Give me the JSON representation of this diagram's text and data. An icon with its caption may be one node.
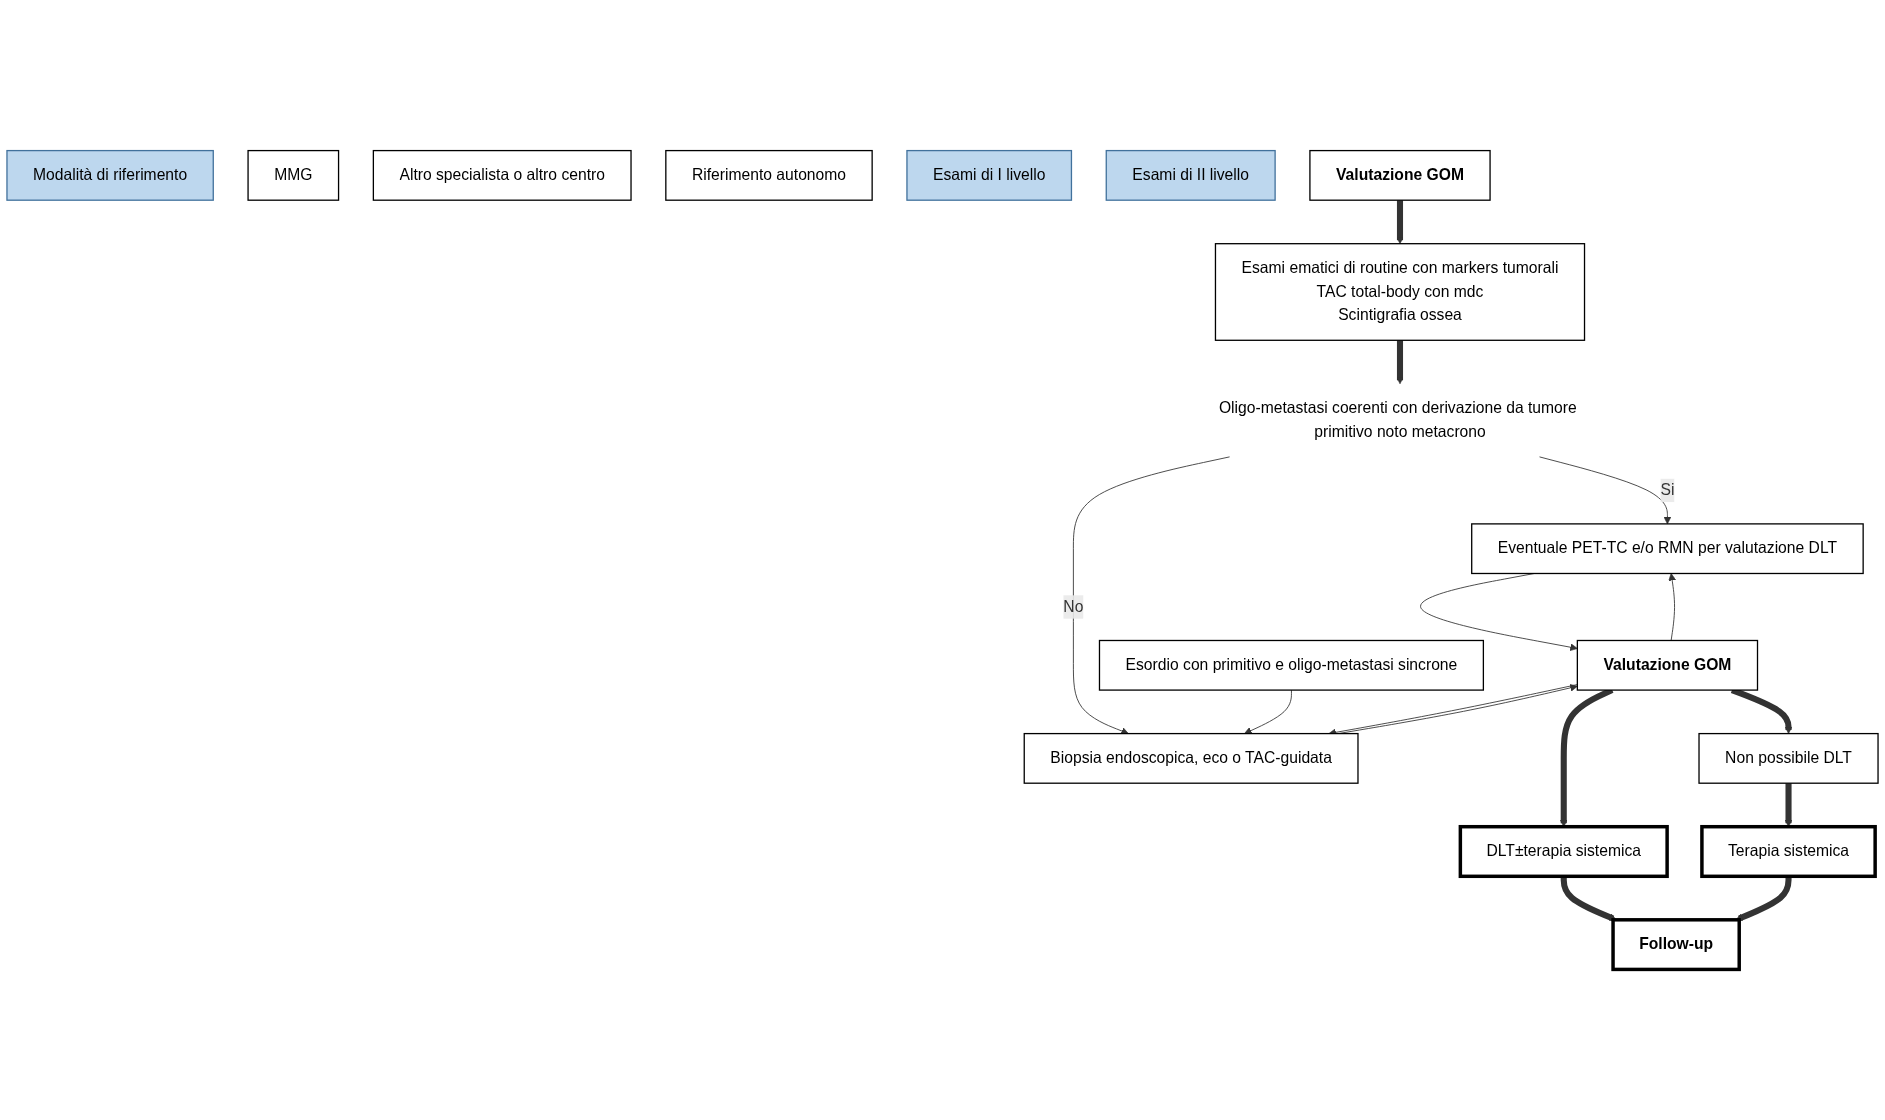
{
  "diagram": {
    "nodes": [
      {
        "text": [
          "Modalità di riferimento"
        ]
      },
      {
        "text": [
          "MMG"
        ]
      },
      {
        "text": [
          "Altro specialista o altro centro"
        ]
      },
      {
        "text": [
          "Riferimento autonomo"
        ]
      },
      {
        "text": [
          "Esami di I livello"
        ]
      },
      {
        "text": [
          "Esami di II livello"
        ]
      },
      {
        "text": [
          "Follow-up"
        ]
      },
      {
        "text": [
          "Valutazione GOM"
        ]
      },
      {
        "text": [
          "Esami ematici di routine con markers tumorali",
          "TAC total-body con mdc",
          "Scintigrafia ossea"
        ]
      },
      {
        "text": [
          "Oligo-metastasi coerenti con derivazione da tumore primitivo noto metacrono"
        ]
      },
      {
        "text": [
          "Esordio con primitivo e oligo-metastasi sincrone"
        ]
      },
      {
        "text": [
          "Eventuale PET-TC e/o RMN per valutazione DLT"
        ]
      },
      {
        "text": [
          "Biopsia endoscopica, eco o TAC-guidata"
        ]
      },
      {
        "text": [
          "Valutazione GOM"
        ]
      },
      {
        "text": [
          "DLT±terapia sistemica"
        ]
      },
      {
        "text": [
          "Non possibile DLT"
        ]
      },
      {
        "text": [
          "Terapia sistemica"
        ]
      }
    ],
    "edges": [
      {
        "from": 7,
        "to": 8,
        "arrow": "to",
        "style": "thick"
      },
      {
        "from": 8,
        "to": 9,
        "arrow": "to",
        "style": "thick"
      },
      {
        "from": 9,
        "to": 11,
        "arrow": "to",
        "label": "Si"
      },
      {
        "from": 9,
        "to": 12,
        "arrow": "to",
        "label": "No"
      },
      {
        "from": 10,
        "to": 12,
        "arrow": "to"
      },
      {
        "from": 11,
        "to": 13,
        "arrow": "to"
      },
      {
        "from": 13,
        "to": 11,
        "arrow": "to"
      },
      {
        "from": 12,
        "to": 13,
        "arrow": "to"
      },
      {
        "from": 13,
        "to": 12,
        "arrow": "to"
      },
      {
        "from": 13,
        "to": 14,
        "arrow": "to",
        "style": "thick"
      },
      {
        "from": 13,
        "to": 15,
        "arrow": "to",
        "style": "thick"
      },
      {
        "from": 15,
        "to": 16,
        "arrow": "to",
        "style": "thick"
      },
      {
        "from": 14,
        "to": 6,
        "arrow": "to",
        "style": "thick"
      },
      {
        "from": 16,
        "to": 6,
        "arrow": "to",
        "style": "thick"
      }
    ]
  }
}
